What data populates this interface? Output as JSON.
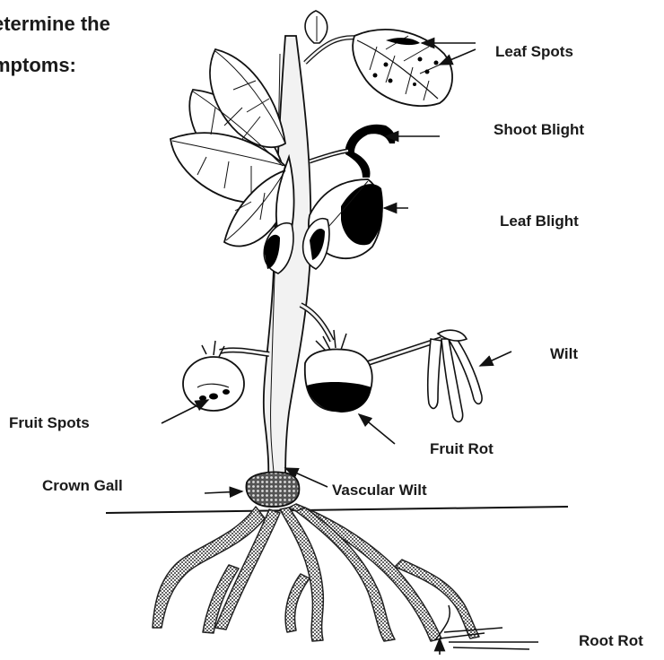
{
  "heading": {
    "line1": "etermine the",
    "line2": "mptoms:"
  },
  "labels": {
    "leaf_spots": "Leaf Spots",
    "shoot_blight": "Shoot Blight",
    "leaf_blight": "Leaf Blight",
    "wilt": "Wilt",
    "fruit_spots": "Fruit Spots",
    "fruit_rot": "Fruit Rot",
    "crown_gall": "Crown Gall",
    "vascular_wilt": "Vascular Wilt",
    "root_rot": "Root Rot"
  },
  "colors": {
    "line": "#111111",
    "background": "#ffffff",
    "lesion": "#000000",
    "stem_fill": "#f2f2f2",
    "gall_fill": "#4a4a4a",
    "root_fill": "#b5b5b5"
  }
}
